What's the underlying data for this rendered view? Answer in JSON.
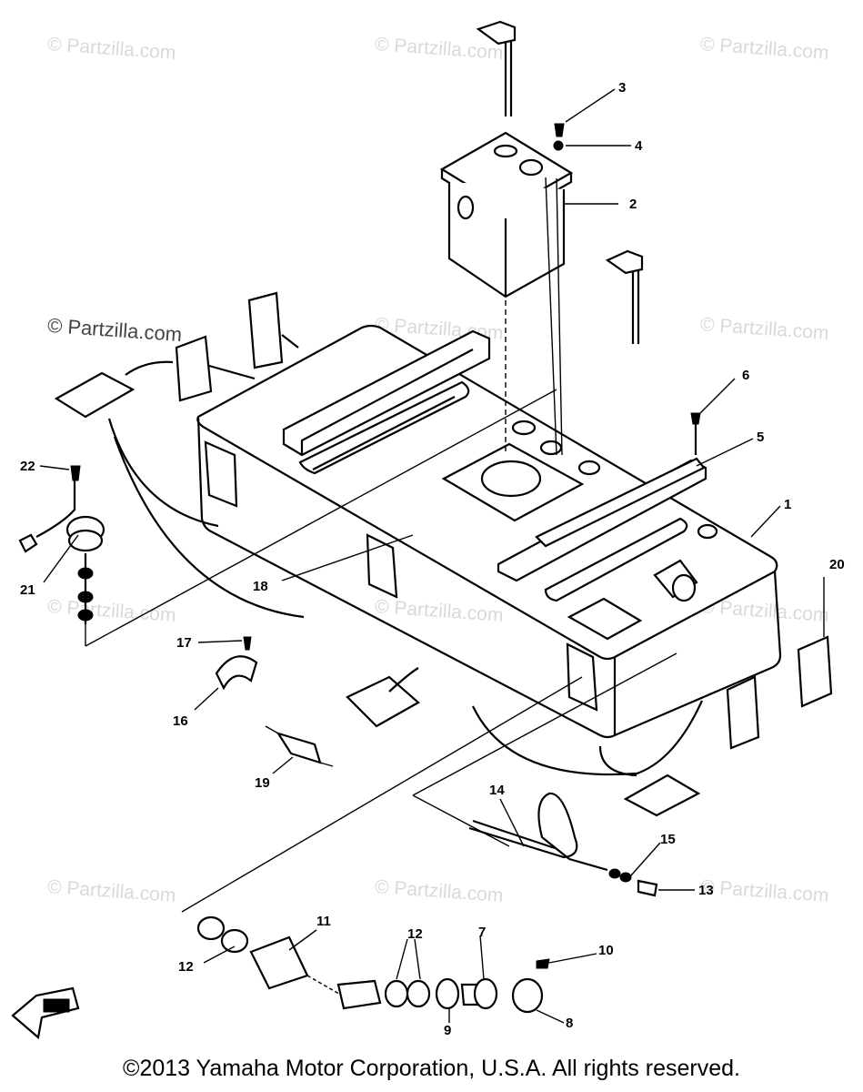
{
  "watermarks": [
    "© Partzilla.com",
    "© Partzilla.com",
    "© Partzilla.com",
    "© Partzilla.com",
    "© Partzilla.com",
    "© Partzilla.com",
    "© Partzilla.com",
    "© Partzilla.com",
    "© Partzilla.com",
    "© Partzilla.com",
    "© Partzilla.com",
    "© Partzilla.com"
  ],
  "callouts": {
    "c1": "1",
    "c2": "2",
    "c3": "3",
    "c4": "4",
    "c5": "5",
    "c6": "6",
    "c7": "7",
    "c8": "8",
    "c9": "9",
    "c10": "10",
    "c11": "11",
    "c12a": "12",
    "c12b": "12",
    "c13": "13",
    "c14": "14",
    "c15": "15",
    "c16": "16",
    "c17": "17",
    "c18": "18",
    "c19": "19",
    "c20": "20",
    "c21": "21",
    "c22": "22"
  },
  "copyright": "©2013  Yamaha Motor Corporation, U.S.A. All rights reserved."
}
